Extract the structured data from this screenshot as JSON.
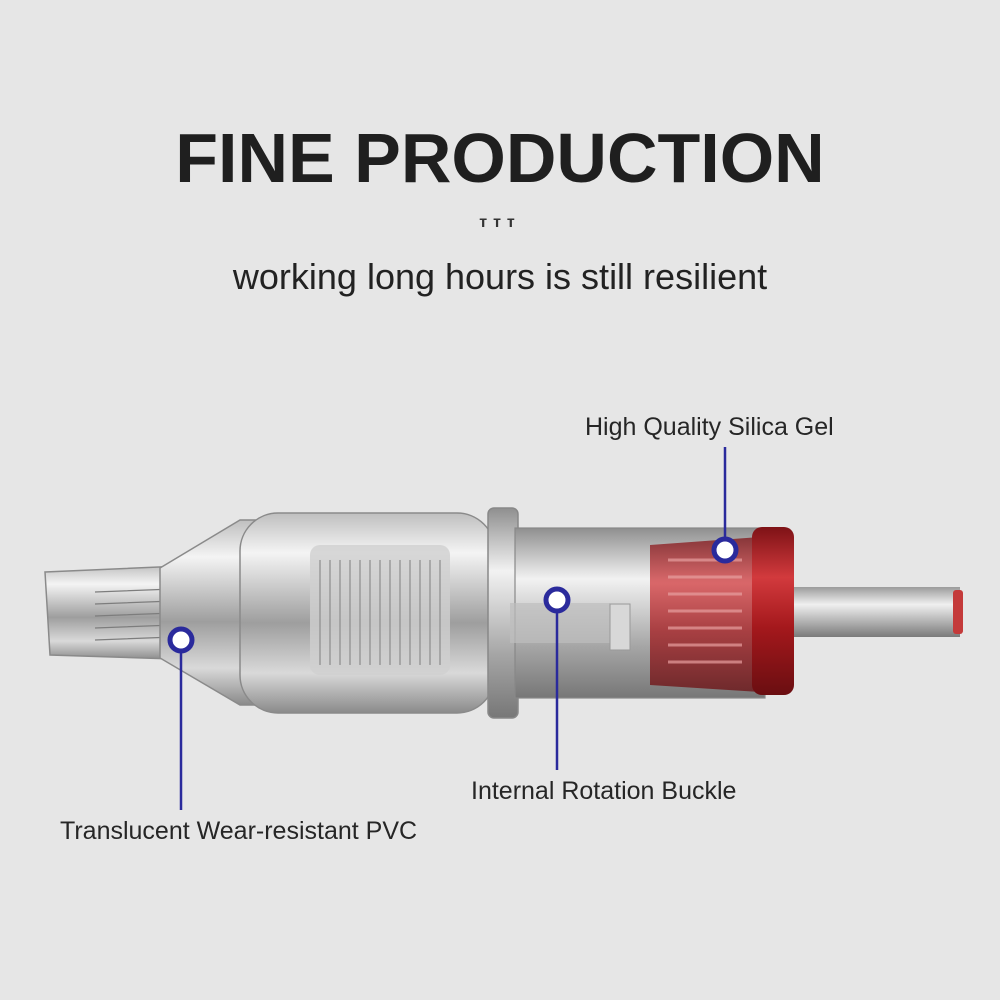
{
  "header": {
    "title": "FINE PRODUCTION",
    "decoration": "ттт",
    "subtitle": "working long hours is still resilient"
  },
  "callouts": {
    "silica_gel": "High Quality Silica Gel",
    "rotation_buckle": "Internal Rotation Buckle",
    "pvc": "Translucent Wear-resistant PVC"
  },
  "colors": {
    "background": "#e6e6e6",
    "title": "#1f1f1f",
    "callout_line": "#2a2a9c",
    "gel_red": "#b01e22"
  }
}
